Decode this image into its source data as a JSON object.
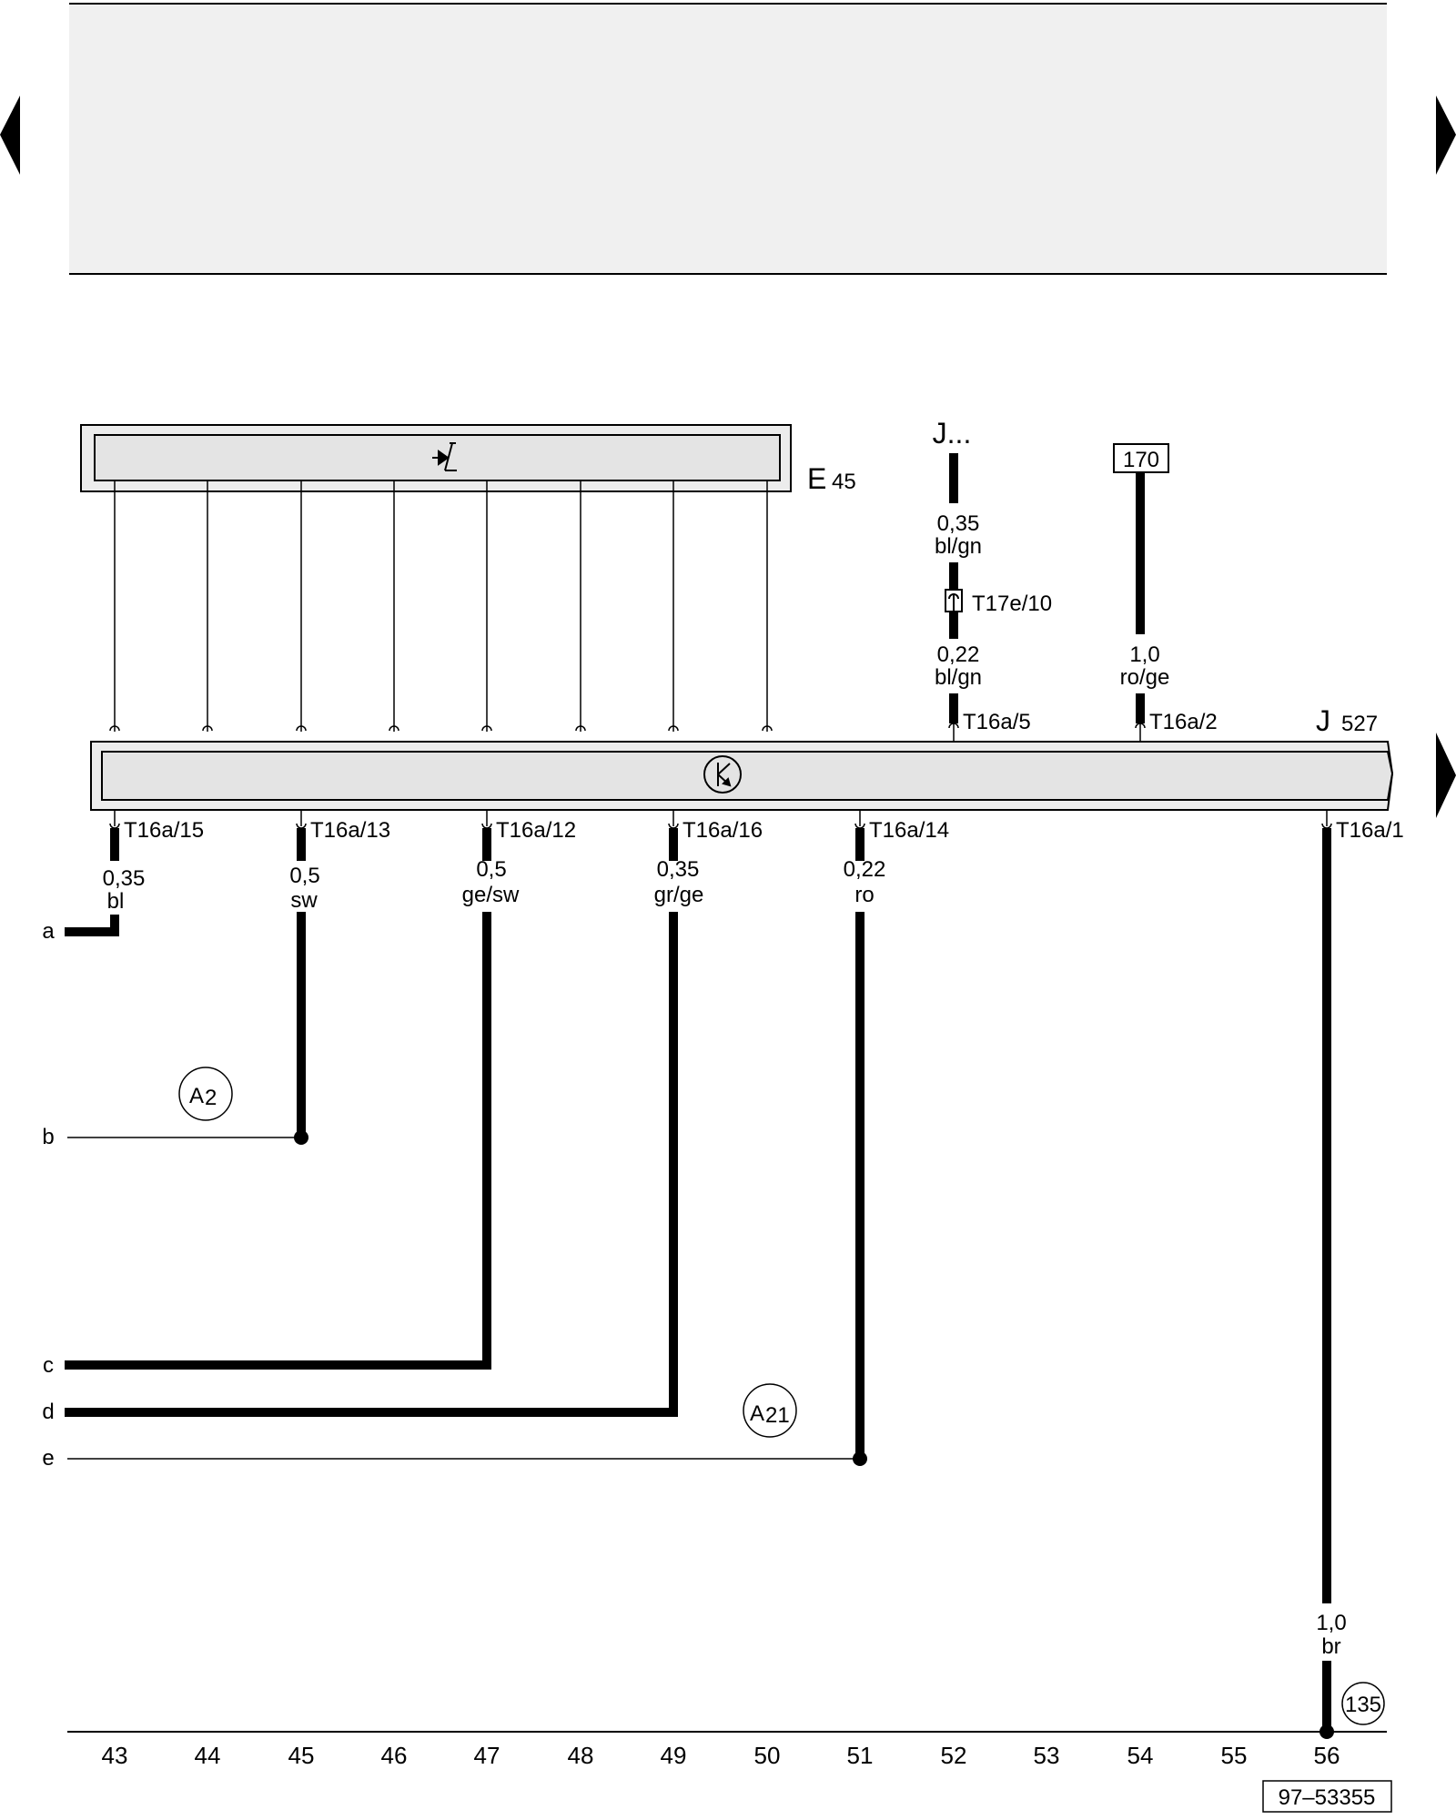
{
  "components": {
    "e45": {
      "letter": "E",
      "number": "45"
    },
    "j527": {
      "letter": "J",
      "number": "527"
    },
    "j_ref": "J...",
    "box_ref": "170"
  },
  "top_wires": {
    "j_wire_upper": {
      "size": "0,35",
      "color": "bl/gn"
    },
    "connector": "T17e/10",
    "j_wire_lower": {
      "size": "0,22",
      "color": "bl/gn"
    },
    "j_pin": "T16a/5",
    "w170": {
      "size": "1,0",
      "color": "ro/ge"
    },
    "w170_pin": "T16a/2"
  },
  "bottom_pins": [
    {
      "pin": "T16a/15",
      "size": "0,35",
      "color": "bl"
    },
    {
      "pin": "T16a/13",
      "size": "0,5",
      "color": "sw"
    },
    {
      "pin": "T16a/12",
      "size": "0,5",
      "color": "ge/sw"
    },
    {
      "pin": "T16a/16",
      "size": "0,35",
      "color": "gr/ge"
    },
    {
      "pin": "T16a/14",
      "size": "0,22",
      "color": "ro"
    },
    {
      "pin": "T16a/1",
      "size": "1,0",
      "color": "br"
    }
  ],
  "line_labels": [
    "a",
    "b",
    "c",
    "d",
    "e"
  ],
  "connections": {
    "a2": {
      "letter": "A",
      "num": "2"
    },
    "a21": {
      "letter": "A",
      "num": "21"
    }
  },
  "ground": "135",
  "ruler": [
    "43",
    "44",
    "45",
    "46",
    "47",
    "48",
    "49",
    "50",
    "51",
    "52",
    "53",
    "54",
    "55",
    "56"
  ],
  "doc_number": "97–53355",
  "icons": {
    "page_nav": "triangle-arrow-icon",
    "switch": "switch-symbol-icon",
    "control_unit": "control-unit-icon"
  }
}
